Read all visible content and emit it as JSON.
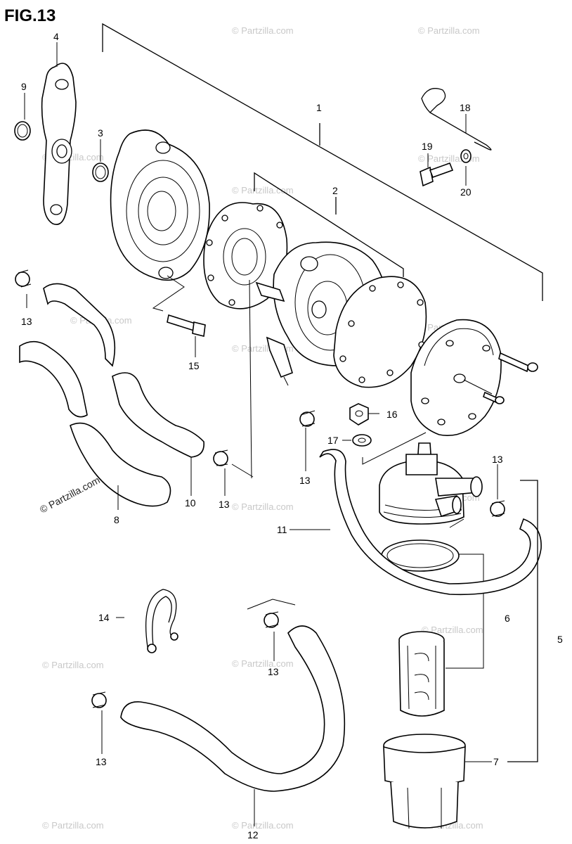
{
  "figure": {
    "title": "FIG.13"
  },
  "watermark": {
    "text": "© Partzilla.com"
  },
  "callouts": [
    "1",
    "2",
    "3",
    "4",
    "5",
    "6",
    "7",
    "8",
    "9",
    "10",
    "11",
    "12",
    "13",
    "13",
    "13",
    "13",
    "13",
    "13",
    "14",
    "15",
    "16",
    "17",
    "18",
    "19",
    "20"
  ]
}
